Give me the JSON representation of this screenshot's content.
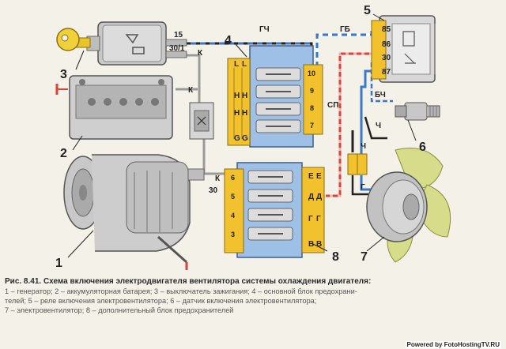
{
  "diagram": {
    "callouts": {
      "n1": "1",
      "n2": "2",
      "n3": "3",
      "n4": "4",
      "n5": "5",
      "n6": "6",
      "n7": "7",
      "n8": "8"
    },
    "terminals": {
      "ignition_15": "15",
      "ignition_30_1": "30/1",
      "generator_30": "30",
      "relay_85": "85",
      "relay_86": "86",
      "relay_30": "30",
      "relay_87": "87"
    },
    "wire_codes": {
      "gch": "ГЧ",
      "gb": "ГБ",
      "k_top": "К",
      "k_battery": "К",
      "k_generator": "К",
      "sp": "СП",
      "bch": "БЧ",
      "ch_sensor": "Ч",
      "ch_connector": "Ч",
      "g_sensor": "Г",
      "g_motor": "Г"
    },
    "main_fuse_block": {
      "letters": [
        "L",
        "L",
        "H",
        "H",
        "H",
        "H",
        "G",
        "G"
      ],
      "fuse_numbers": [
        "10",
        "9",
        "8",
        "7"
      ]
    },
    "extra_fuse_block": {
      "letters": [
        "E",
        "E",
        "Д",
        "Д",
        "Г",
        "Г",
        "В",
        "В"
      ],
      "fuse_numbers": [
        "6",
        "5",
        "4",
        "3"
      ]
    },
    "colors": {
      "blue_wire": "#3a78c9",
      "red_wire": "#d9443a",
      "fuse_block": "#9fc0e6",
      "fuse_yellow": "#f2c22e"
    }
  },
  "caption": {
    "title": "Рис. 8.41. Схема  включения электродвигателя вентилятора системы охлаждения двигателя:",
    "lines": [
      "1 – генератор; 2 – аккумуляторная батарея; 3 – выключатель зажигания; 4 – основной блок предохрани-",
      "телей; 5 – реле включения электровентилятора; 6 – датчик включения электровентилятора;",
      "7 – электровентилятор; 8 – дополнительный блок предохранителей"
    ]
  },
  "watermark": "Powered by FotoHostingTV.RU"
}
